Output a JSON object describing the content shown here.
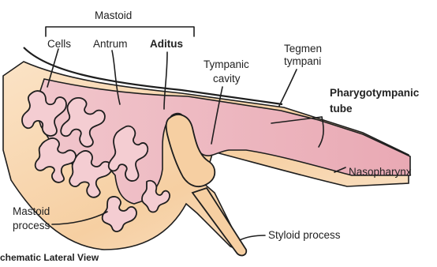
{
  "labels": {
    "mastoid": "Mastoid",
    "cells": "Cells",
    "antrum": "Antrum",
    "aditus": "Aditus",
    "tympanic_cavity_line1": "Tympanic",
    "tympanic_cavity_line2": "cavity",
    "tegmen_line1": "Tegmen",
    "tegmen_line2": "tympani",
    "pharyngo_line1": "Pharygotympanic",
    "pharyngo_line2": "tube",
    "nasopharynx": "Nasopharynx",
    "mastoid_process_line1": "Mastoid",
    "mastoid_process_line2": "process",
    "styloid_process": "Styloid process",
    "footer_caption": "Schematic Lateral View"
  },
  "colors": {
    "bone": "#f6cfa2",
    "bone_light": "#fbe3c6",
    "mucosa": "#efb8c0",
    "mucosa_light": "#f4cdd2",
    "outline": "#1e1e1e"
  }
}
